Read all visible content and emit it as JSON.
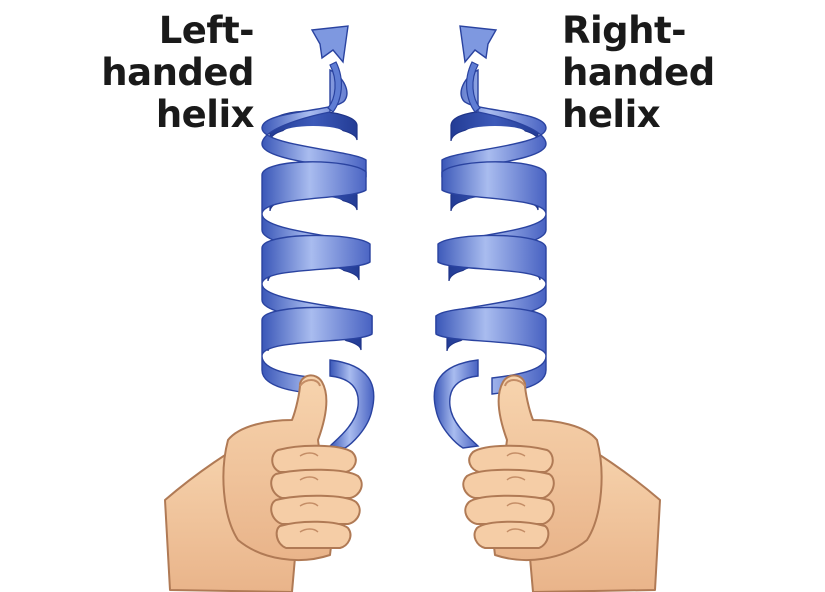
{
  "labels": {
    "left": {
      "line1": "Left-handed",
      "line2": "helix"
    },
    "right": {
      "line1": "Right-handed",
      "line2": "helix"
    }
  },
  "colors": {
    "helix_light": "#9fb3e8",
    "helix_mid": "#5f7dd4",
    "helix_dark": "#2c46a6",
    "skin": "#f3c9a0",
    "skin_shadow": "#d9a47a",
    "outline": "#b07a55",
    "text": "#1a1a1a"
  },
  "icons": [
    "left-helix-ribbon",
    "right-helix-ribbon",
    "left-hand",
    "right-hand",
    "arrowhead"
  ]
}
